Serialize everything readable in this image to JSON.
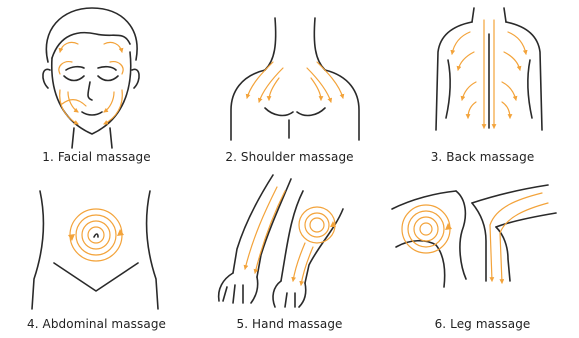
{
  "colors": {
    "line": "#2a2a2a",
    "accent": "#f3a33a",
    "text": "#222222",
    "background": "#ffffff"
  },
  "panels": [
    {
      "caption": "1. Facial massage",
      "illustration": "face-icon"
    },
    {
      "caption": "2. Shoulder massage",
      "illustration": "shoulders-icon"
    },
    {
      "caption": "3. Back massage",
      "illustration": "back-icon"
    },
    {
      "caption": "4. Abdominal massage",
      "illustration": "abdomen-icon"
    },
    {
      "caption": "5. Hand massage",
      "illustration": "hand-icon"
    },
    {
      "caption": "6. Leg massage",
      "illustration": "leg-icon"
    }
  ]
}
